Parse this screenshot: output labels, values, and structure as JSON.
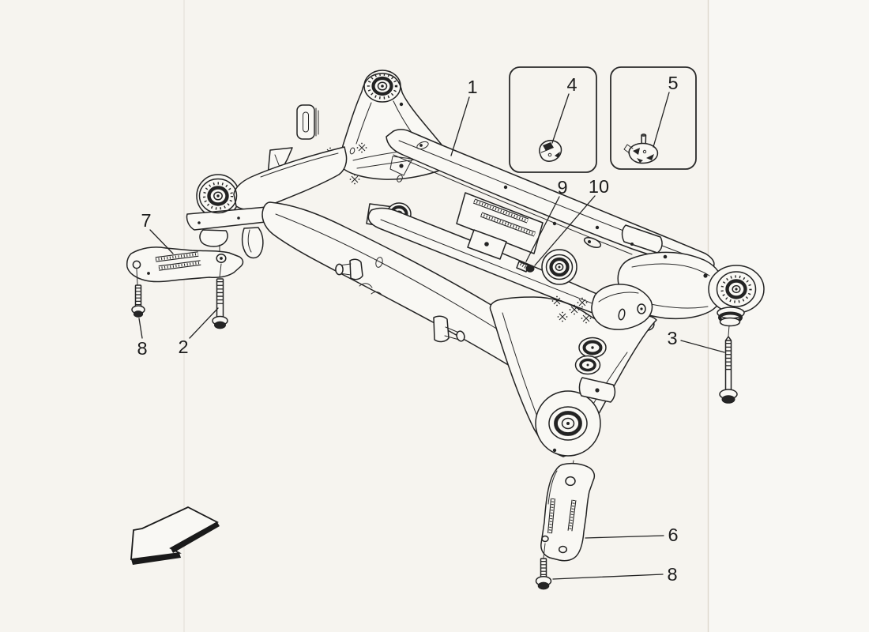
{
  "diagram": {
    "callouts": {
      "n1": "1",
      "n2": "2",
      "n3": "3",
      "n4": "4",
      "n5": "5",
      "n6": "6",
      "n7": "7",
      "n8a": "8",
      "n8b": "8",
      "n9": "9",
      "n10": "10"
    },
    "colors": {
      "paper": "#f6f4ef",
      "paper_right": "#f8f7f3",
      "ink": "#232323",
      "part_fill": "#f9f8f4",
      "dark_fill": "#252525",
      "crease": "#ddd8cd"
    }
  }
}
